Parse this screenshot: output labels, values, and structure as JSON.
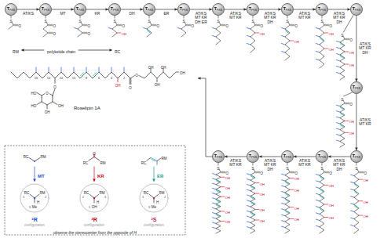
{
  "diagram": {
    "nodes": [
      {
        "text": [
          "T",
          "PKS"
        ]
      },
      {
        "text": [
          "T",
          "PKS"
        ]
      },
      {
        "text": [
          "T",
          "PKS"
        ]
      },
      {
        "text": [
          "T",
          "PKS"
        ]
      },
      {
        "text": [
          "T",
          "PKS"
        ]
      },
      {
        "text": [
          "T",
          "PKS"
        ]
      },
      {
        "text": [
          "T",
          "PKS"
        ]
      },
      {
        "text": [
          "T",
          "PKS"
        ]
      },
      {
        "text": [
          "T",
          "PKS"
        ]
      },
      {
        "text": [
          "T",
          "PKS"
        ]
      },
      {
        "text": [
          "T",
          "PKS"
        ]
      },
      {
        "text": [
          "T",
          "PKS"
        ]
      },
      {
        "text": [
          "T",
          "PKS"
        ]
      },
      {
        "text": [
          "T",
          "PKS"
        ]
      },
      {
        "text": [
          "T",
          "PKS"
        ]
      },
      {
        "text": [
          "T",
          "PKS"
        ]
      },
      {
        "text": [
          "T",
          "PKS"
        ]
      },
      {
        "text": [
          "Roselipin 1A"
        ]
      }
    ],
    "edges": [
      {
        "from": 0,
        "to": 1,
        "arrow": "to",
        "label": "AT/KS"
      },
      {
        "from": 1,
        "to": 2,
        "arrow": "to",
        "label": "MT"
      },
      {
        "from": 2,
        "to": 3,
        "arrow": "to",
        "label": "KR"
      },
      {
        "from": 3,
        "to": 4,
        "arrow": "to",
        "label": "DH"
      },
      {
        "from": 4,
        "to": 5,
        "arrow": "to",
        "label": "ER"
      },
      {
        "from": 5,
        "to": 6,
        "arrow": "to",
        "label": "AT/KS MT KR DH ER"
      },
      {
        "from": 6,
        "to": 7,
        "arrow": "to",
        "label": "AT/KS MT KR"
      },
      {
        "from": 7,
        "to": 8,
        "arrow": "to",
        "label": "AT/KS MT KR DH"
      },
      {
        "from": 8,
        "to": 9,
        "arrow": "to",
        "label": "AT/KS MT KR"
      },
      {
        "from": 9,
        "to": 10,
        "arrow": "to",
        "label": "AT/KS MT KR DH"
      },
      {
        "from": 10,
        "to": 11,
        "arrow": "to",
        "label": "AT/KS MT KR DH"
      },
      {
        "from": 11,
        "to": 12,
        "arrow": "to",
        "label": "AT/KS MT KR"
      },
      {
        "from": 12,
        "to": 13,
        "arrow": "to",
        "label": "AT/KS MT KR DH"
      },
      {
        "from": 13,
        "to": 14,
        "arrow": "to",
        "label": "AT/KS MT KR"
      },
      {
        "from": 14,
        "to": 15,
        "arrow": "to",
        "label": "AT/KS MT KR DH"
      },
      {
        "from": 15,
        "to": 16,
        "arrow": "to",
        "label": "AT/KS MT KR"
      },
      {
        "from": 16,
        "to": 17,
        "arrow": "to"
      }
    ],
    "labels": [
      "RM",
      "polyketide chain",
      "RC",
      "16",
      "14",
      "12",
      "10",
      "8",
      "6",
      "4",
      "2",
      "O",
      "O",
      "HO",
      "HO",
      "OH",
      "OH",
      "OH",
      "O",
      "O",
      "OH",
      "OH",
      "OH",
      "OH",
      "RC",
      "RM",
      "RC",
      "O",
      "RM",
      "RC",
      "RM",
      "MT",
      "KR",
      "ER",
      "RC",
      "RM",
      "Me",
      "H",
      "1",
      "2",
      "3",
      "RC",
      "RM",
      "OH",
      "H",
      "2",
      "3",
      "1",
      "RC",
      "RM",
      "Me",
      "H",
      "1",
      "2",
      "3",
      "²R",
      "³R",
      "²S",
      "configuration",
      "configuration",
      "configuration",
      "observe the stereocenter from the opposite of H",
      "S",
      "O",
      "S",
      "O",
      "O",
      "S",
      "O",
      "O",
      "S",
      "O",
      "OH",
      "S",
      "O",
      "S",
      "O",
      "S",
      "O",
      "S",
      "O",
      "OH",
      "S",
      "O",
      "OH",
      "S",
      "O",
      "OH",
      "OH",
      "S",
      "O",
      "OH",
      "OH",
      "S",
      "O",
      "OH",
      "OH",
      "S",
      "O",
      "OH",
      "OH",
      "OH",
      "S",
      "O",
      "OH",
      "OH",
      "OH",
      "S",
      "O",
      "OH",
      "OH",
      "OH",
      "OH",
      "S",
      "O",
      "OH",
      "OH",
      "OH",
      "OH",
      "S",
      "O",
      "OH",
      "OH",
      "OH",
      "OH",
      "OH"
    ]
  }
}
